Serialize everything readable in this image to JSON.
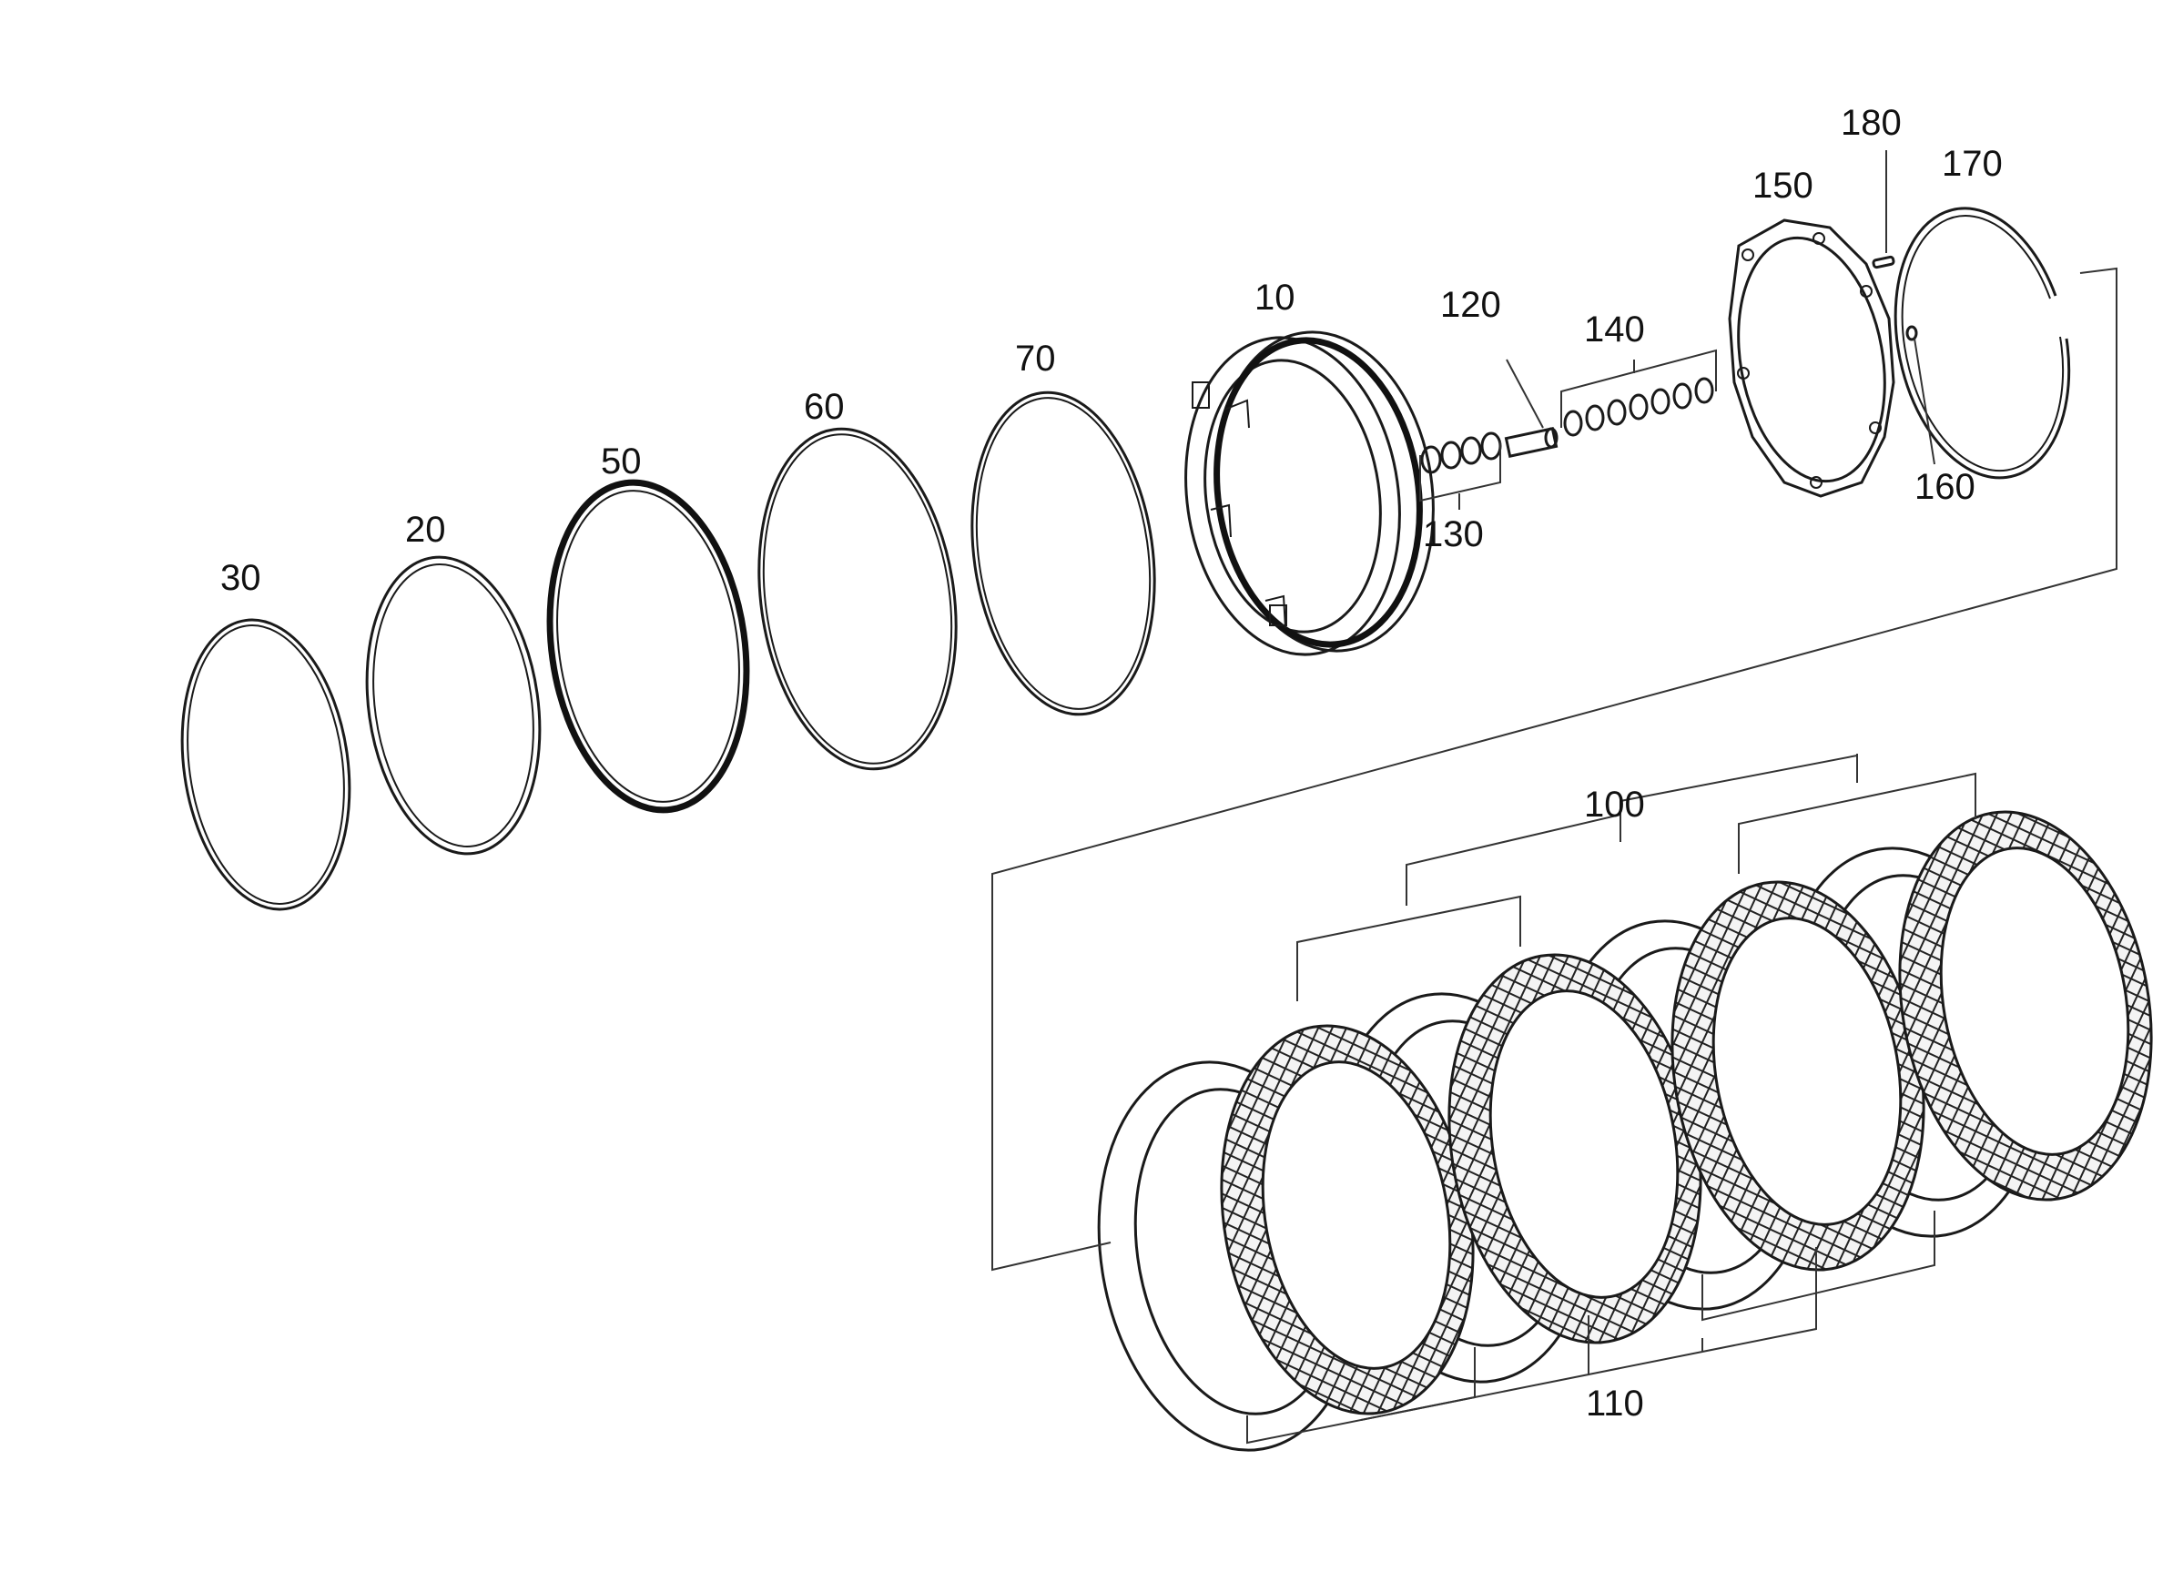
{
  "diagram": {
    "labels": {
      "p10": "10",
      "p20": "20",
      "p30": "30",
      "p50": "50",
      "p60": "60",
      "p70": "70",
      "p100": "100",
      "p110": "110",
      "p120": "120",
      "p130": "130",
      "p140": "140",
      "p150": "150",
      "p160": "160",
      "p170": "170",
      "p180": "180"
    },
    "colors": {
      "line": "#1a1a1a",
      "background": "#ffffff"
    }
  }
}
